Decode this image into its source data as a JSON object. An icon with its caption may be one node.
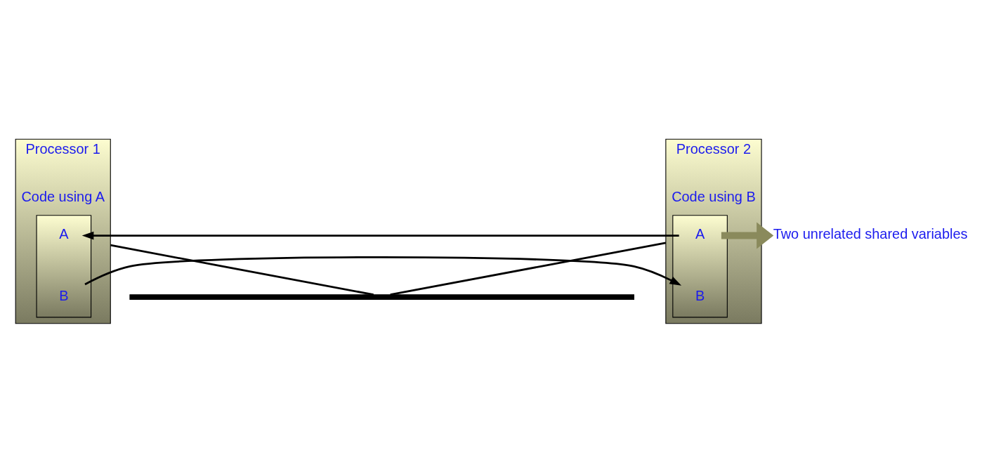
{
  "diagram": {
    "nodes": [
      {
        "text": [
          "Processor 1",
          "Code using A"
        ]
      },
      {
        "text": [],
        "shape": "box",
        "in": 0
      },
      {
        "text": [
          "A"
        ],
        "in": 1
      },
      {
        "text": [
          "B"
        ],
        "in": 1
      },
      {
        "text": [
          "Processor 2",
          "Code using B"
        ]
      },
      {
        "text": [],
        "shape": "box",
        "in": 4
      },
      {
        "text": [
          "A"
        ],
        "in": 5
      },
      {
        "text": [
          "B"
        ],
        "in": 5
      },
      {
        "text": [],
        "shape": "bar"
      },
      {
        "text": [
          "Two unrelated shared variables"
        ]
      }
    ],
    "edges": [
      {
        "from": 6,
        "to": 2,
        "arrow": "to"
      },
      {
        "from": 3,
        "to": 7,
        "arrow": "to"
      },
      {
        "from": 0,
        "to": 8,
        "arrow": "none"
      },
      {
        "from": 4,
        "to": 8,
        "arrow": "none"
      },
      {
        "from": 6,
        "to": 9,
        "arrow": "to",
        "style": "thick",
        "color": "#8a8a5c"
      }
    ]
  }
}
